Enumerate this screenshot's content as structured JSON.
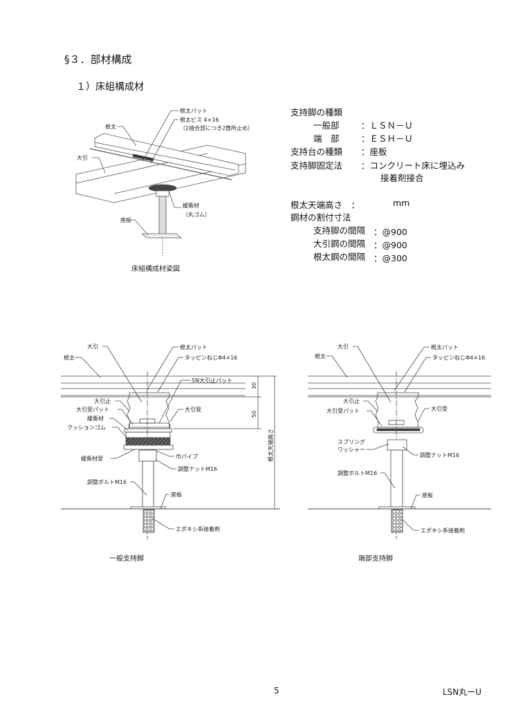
{
  "section_title": "§３．部材構成",
  "subsection_title": "１）床組構成材",
  "specs": {
    "leg_type_label": "支持脚の種類",
    "general_label": "一般部",
    "general_value": "：ＬＳＮ－Ｕ",
    "end_label": "端　部",
    "end_value": "：ＥＳＨ－Ｕ",
    "base_type_label": "支持台の種類",
    "base_type_value": "：座板",
    "fix_method_label": "支持脚固定法",
    "fix_method_value": "：コンクリート床に埋込み",
    "fix_method_value2": "接着剤接合",
    "joist_height_label": "根太天端高さ　：",
    "joist_height_unit": "mm",
    "steel_spacing_label": "鋼材の割付寸法",
    "leg_spacing_label": "支持脚の間隔",
    "leg_spacing_value": "：@900",
    "ohbiki_spacing_label": "大引鋼の間隔",
    "ohbiki_spacing_value": "：@900",
    "joist_spacing_label": "根太鋼の間隔",
    "joist_spacing_value": "：@300"
  },
  "figure1": {
    "caption": "床組構成材姿図",
    "labels": [
      "根太パット",
      "根太ビス 4×16",
      "（1接合部につき2箇所止め）",
      "根太",
      "大引",
      "緩衝材",
      "（丸ゴム）",
      "座板"
    ]
  },
  "figure2": {
    "caption": "一般支持脚",
    "labels": [
      "大引",
      "根太",
      "根太パット",
      "タッピンねじΦ4×16",
      "SN大引止パット",
      "大引止",
      "大引受パット",
      "緩衝材",
      "クッションゴム",
      "大引受",
      "緩衝材受",
      "巾パイプ",
      "調整ナットM16",
      "調整ボルトM16",
      "座板",
      "エポキシ系接着剤"
    ],
    "dimensions": [
      "30",
      "50",
      "根太天端高さ"
    ]
  },
  "figure3": {
    "caption": "端部支持脚",
    "labels": [
      "大引",
      "根太",
      "根太パット",
      "タッピンねじΦ4×16",
      "大引止",
      "大引受パット",
      "大引受",
      "スプリング",
      "ワッシャー",
      "調整ナットM16",
      "調整ボルトM16",
      "座板",
      "エポキシ系接着剤"
    ]
  },
  "footer": {
    "page_number": "5",
    "doc_code": "LSN丸ーU"
  }
}
